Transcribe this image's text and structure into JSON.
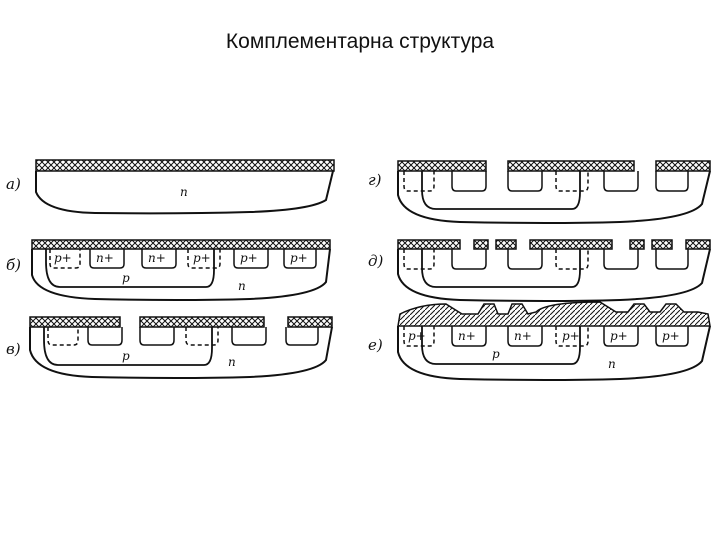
{
  "title": "Комплементарна структура",
  "panels": {
    "a": {
      "label": "а)",
      "substrate": "n"
    },
    "b": {
      "label": "б)",
      "substrate": "n",
      "well": "p",
      "regions": [
        "p+",
        "n+",
        "n+",
        "p+",
        "p+",
        "p+"
      ]
    },
    "v": {
      "label": "в)",
      "substrate": "n",
      "well": "p"
    },
    "g": {
      "label": "г)"
    },
    "d": {
      "label": "д)"
    },
    "e": {
      "label": "е)",
      "substrate": "n",
      "well": "p",
      "regions": [
        "p+",
        "n+",
        "n+",
        "p+",
        "p+",
        "p+"
      ]
    }
  }
}
